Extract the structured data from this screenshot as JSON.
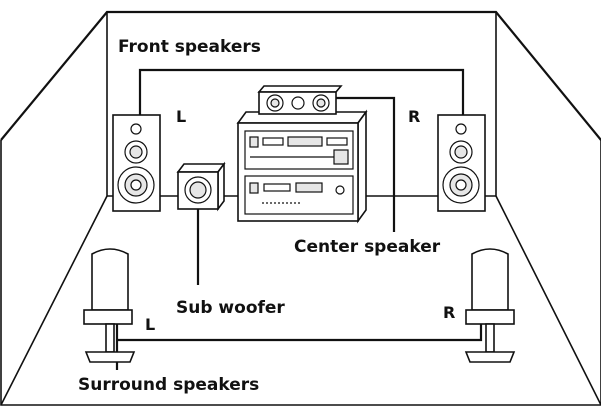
{
  "labels": {
    "front_speakers": "Front speakers",
    "center_speaker": "Center speaker",
    "sub_woofer": "Sub woofer",
    "surround_speakers": "Surround speakers",
    "front_left": "L",
    "front_right": "R",
    "surround_left": "L",
    "surround_right": "R"
  },
  "colors": {
    "line": "#111111",
    "background": "#ffffff",
    "fill_light": "#e6e6e6"
  }
}
